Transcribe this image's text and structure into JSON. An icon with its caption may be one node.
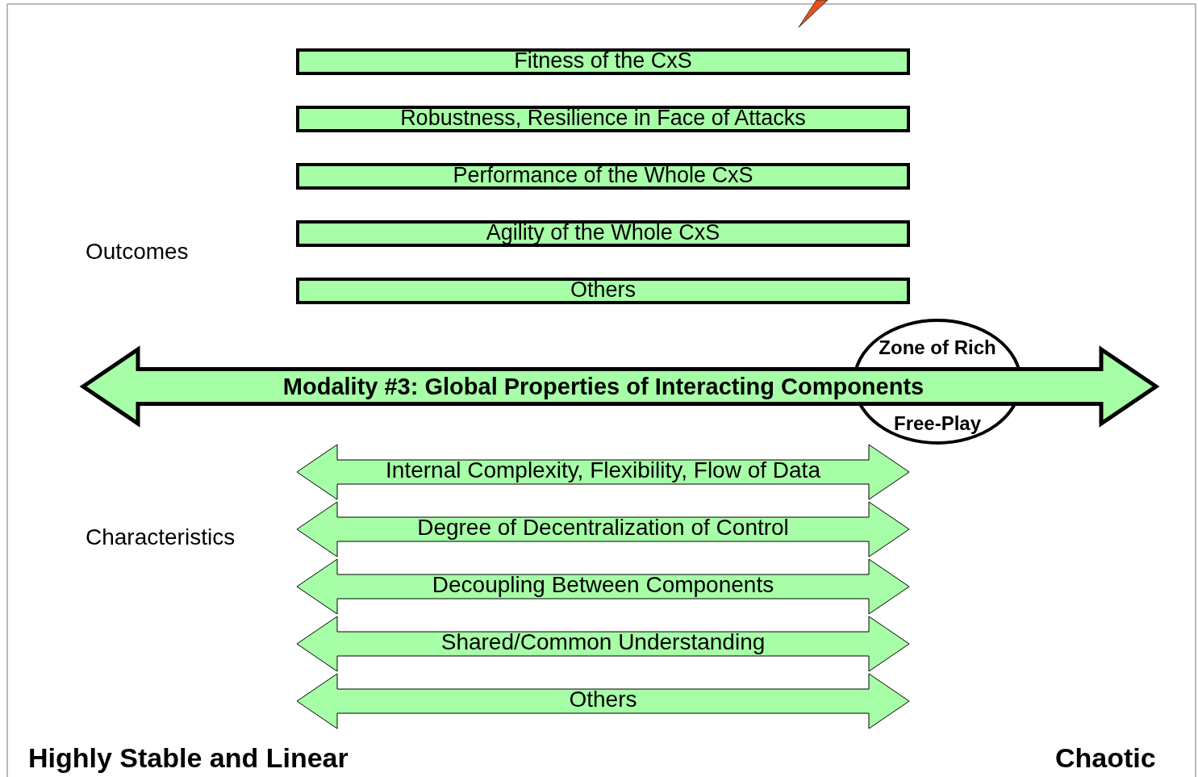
{
  "diagram": {
    "nodes": [
      {
        "text": [
          "Fitness of the CxS"
        ]
      },
      {
        "text": [
          "Robustness, Resilience in Face of Attacks"
        ]
      },
      {
        "text": [
          "Performance of the Whole CxS"
        ]
      },
      {
        "text": [
          "Agility of the Whole CxS"
        ]
      },
      {
        "text": [
          "Others"
        ]
      },
      {
        "text": [
          "Modality #3: Global Properties of Interacting Components"
        ]
      },
      {
        "text": [
          "Zone of Rich Free-Play"
        ]
      },
      {
        "text": [
          "Internal Complexity, Flexibility, Flow of Data"
        ]
      },
      {
        "text": [
          "Degree of Decentralization of Control"
        ]
      },
      {
        "text": [
          "Decoupling Between Components"
        ]
      },
      {
        "text": [
          "Shared/Common Understanding"
        ]
      },
      {
        "text": [
          "Others"
        ]
      }
    ],
    "labels": [
      "Outcomes",
      "Characteristics",
      "Highly Stable and Linear",
      "Chaotic"
    ]
  }
}
